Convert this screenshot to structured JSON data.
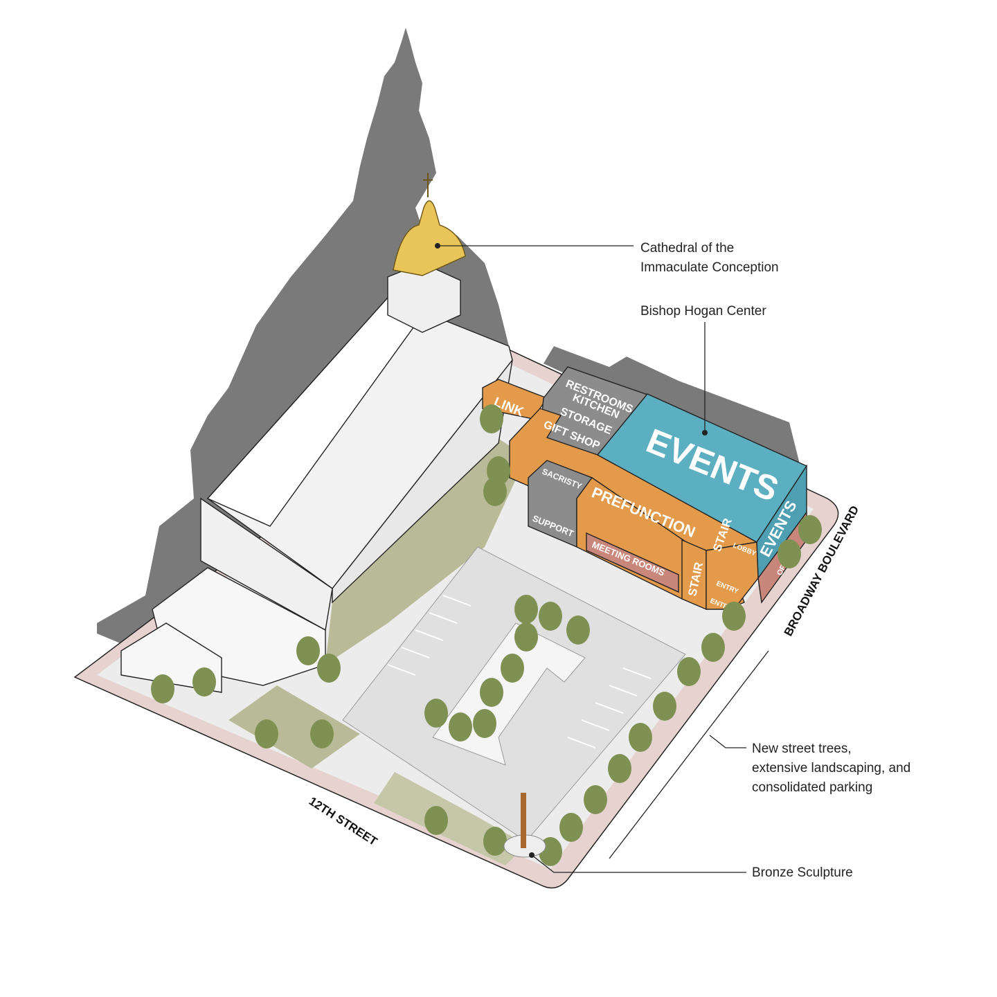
{
  "callouts": {
    "cathedral_line1": "Cathedral of the",
    "cathedral_line2": "Immaculate Conception",
    "bishop_hogan": "Bishop Hogan Center",
    "landscape_line1": "New street trees,",
    "landscape_line2": "extensive landscaping, and",
    "landscape_line3": "consolidated parking",
    "sculpture": "Bronze Sculpture"
  },
  "streets": {
    "south": "12TH STREET",
    "east": "BROADWAY BOULEVARD"
  },
  "program": {
    "link": "LINK",
    "restrooms": "RESTROOMS",
    "kitchen": "KITCHEN",
    "storage": "STORAGE",
    "gift_shop": "GIFT SHOP",
    "events_main": "EVENTS",
    "events_side": "EVENTS",
    "sacristy": "SACRISTY",
    "support": "SUPPORT",
    "prefunction": "PREFUNCTION",
    "meeting_rooms": "MEETING ROOMS",
    "stair_1": "STAIR",
    "stair_2": "STAIR",
    "lobby": "LOBBY",
    "entry_1": "ENTRY",
    "entry_2": "ENTRY",
    "offices": "OFFICES"
  },
  "colors": {
    "orange": "#E39A4A",
    "teal": "#5BAFC1",
    "gray": "#8C8C8C",
    "pink": "#C9877B",
    "shadow": "#7A7A7A",
    "dome": "#E9C458",
    "grass": "#B9BB98",
    "tree": "#7F9152"
  }
}
